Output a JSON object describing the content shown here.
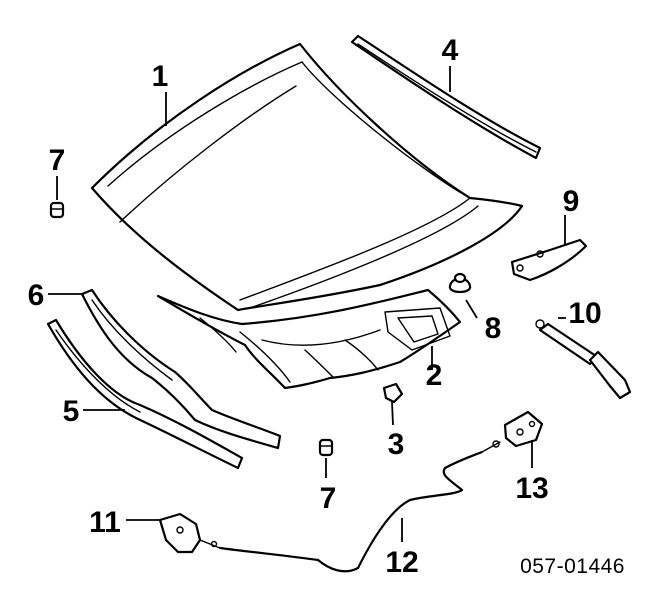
{
  "callouts": [
    {
      "id": "c1",
      "label": "1"
    },
    {
      "id": "c2",
      "label": "2"
    },
    {
      "id": "c3",
      "label": "3"
    },
    {
      "id": "c4",
      "label": "4"
    },
    {
      "id": "c5",
      "label": "5"
    },
    {
      "id": "c6",
      "label": "6"
    },
    {
      "id": "c7a",
      "label": "7"
    },
    {
      "id": "c7b",
      "label": "7"
    },
    {
      "id": "c8",
      "label": "8"
    },
    {
      "id": "c9",
      "label": "9"
    },
    {
      "id": "c10",
      "label": "10"
    },
    {
      "id": "c11",
      "label": "11"
    },
    {
      "id": "c12",
      "label": "12"
    },
    {
      "id": "c13",
      "label": "13"
    }
  ],
  "diagram_code": "057-01446",
  "colors": {
    "line": "#000000",
    "background": "#ffffff"
  }
}
